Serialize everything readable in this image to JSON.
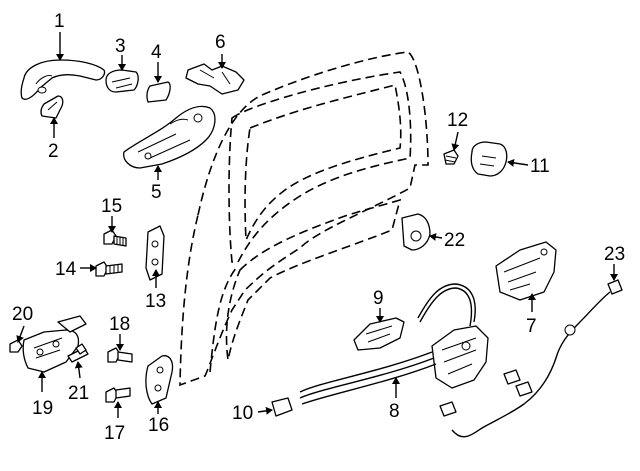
{
  "diagram": {
    "callouts": [
      "1",
      "2",
      "3",
      "4",
      "5",
      "6",
      "7",
      "8",
      "9",
      "10",
      "11",
      "12",
      "13",
      "14",
      "15",
      "16",
      "17",
      "18",
      "19",
      "20",
      "21",
      "22",
      "23"
    ]
  }
}
